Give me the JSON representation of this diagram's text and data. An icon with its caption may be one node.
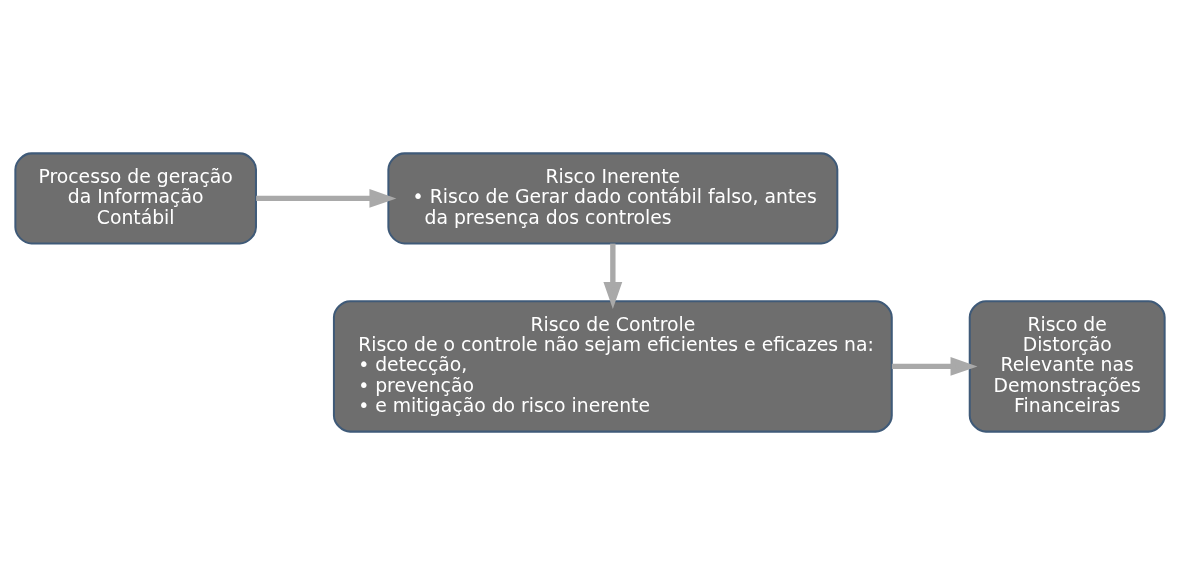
{
  "diagram": {
    "nodes": [
      {
        "text": [
          "Processo de geração da Informação Contábil"
        ]
      },
      {
        "text": [
          "Risco Inerente",
          "• Risco de Gerar dado contábil falso, antes da presença dos controles"
        ]
      },
      {
        "text": [
          "Risco de Controle",
          "Risco de o controle não sejam eficientes e eficazes na:",
          "• detecção,",
          "• prevenção",
          "• e mitigação do risco inerente"
        ]
      },
      {
        "text": [
          "Risco de Distorção Relevante nas Demonstrações Financeiras"
        ]
      }
    ],
    "edges": [
      {
        "from": 0,
        "to": 1,
        "arrow": "to"
      },
      {
        "from": 1,
        "to": 2,
        "arrow": "to"
      },
      {
        "from": 2,
        "to": 3,
        "arrow": "to"
      }
    ]
  }
}
